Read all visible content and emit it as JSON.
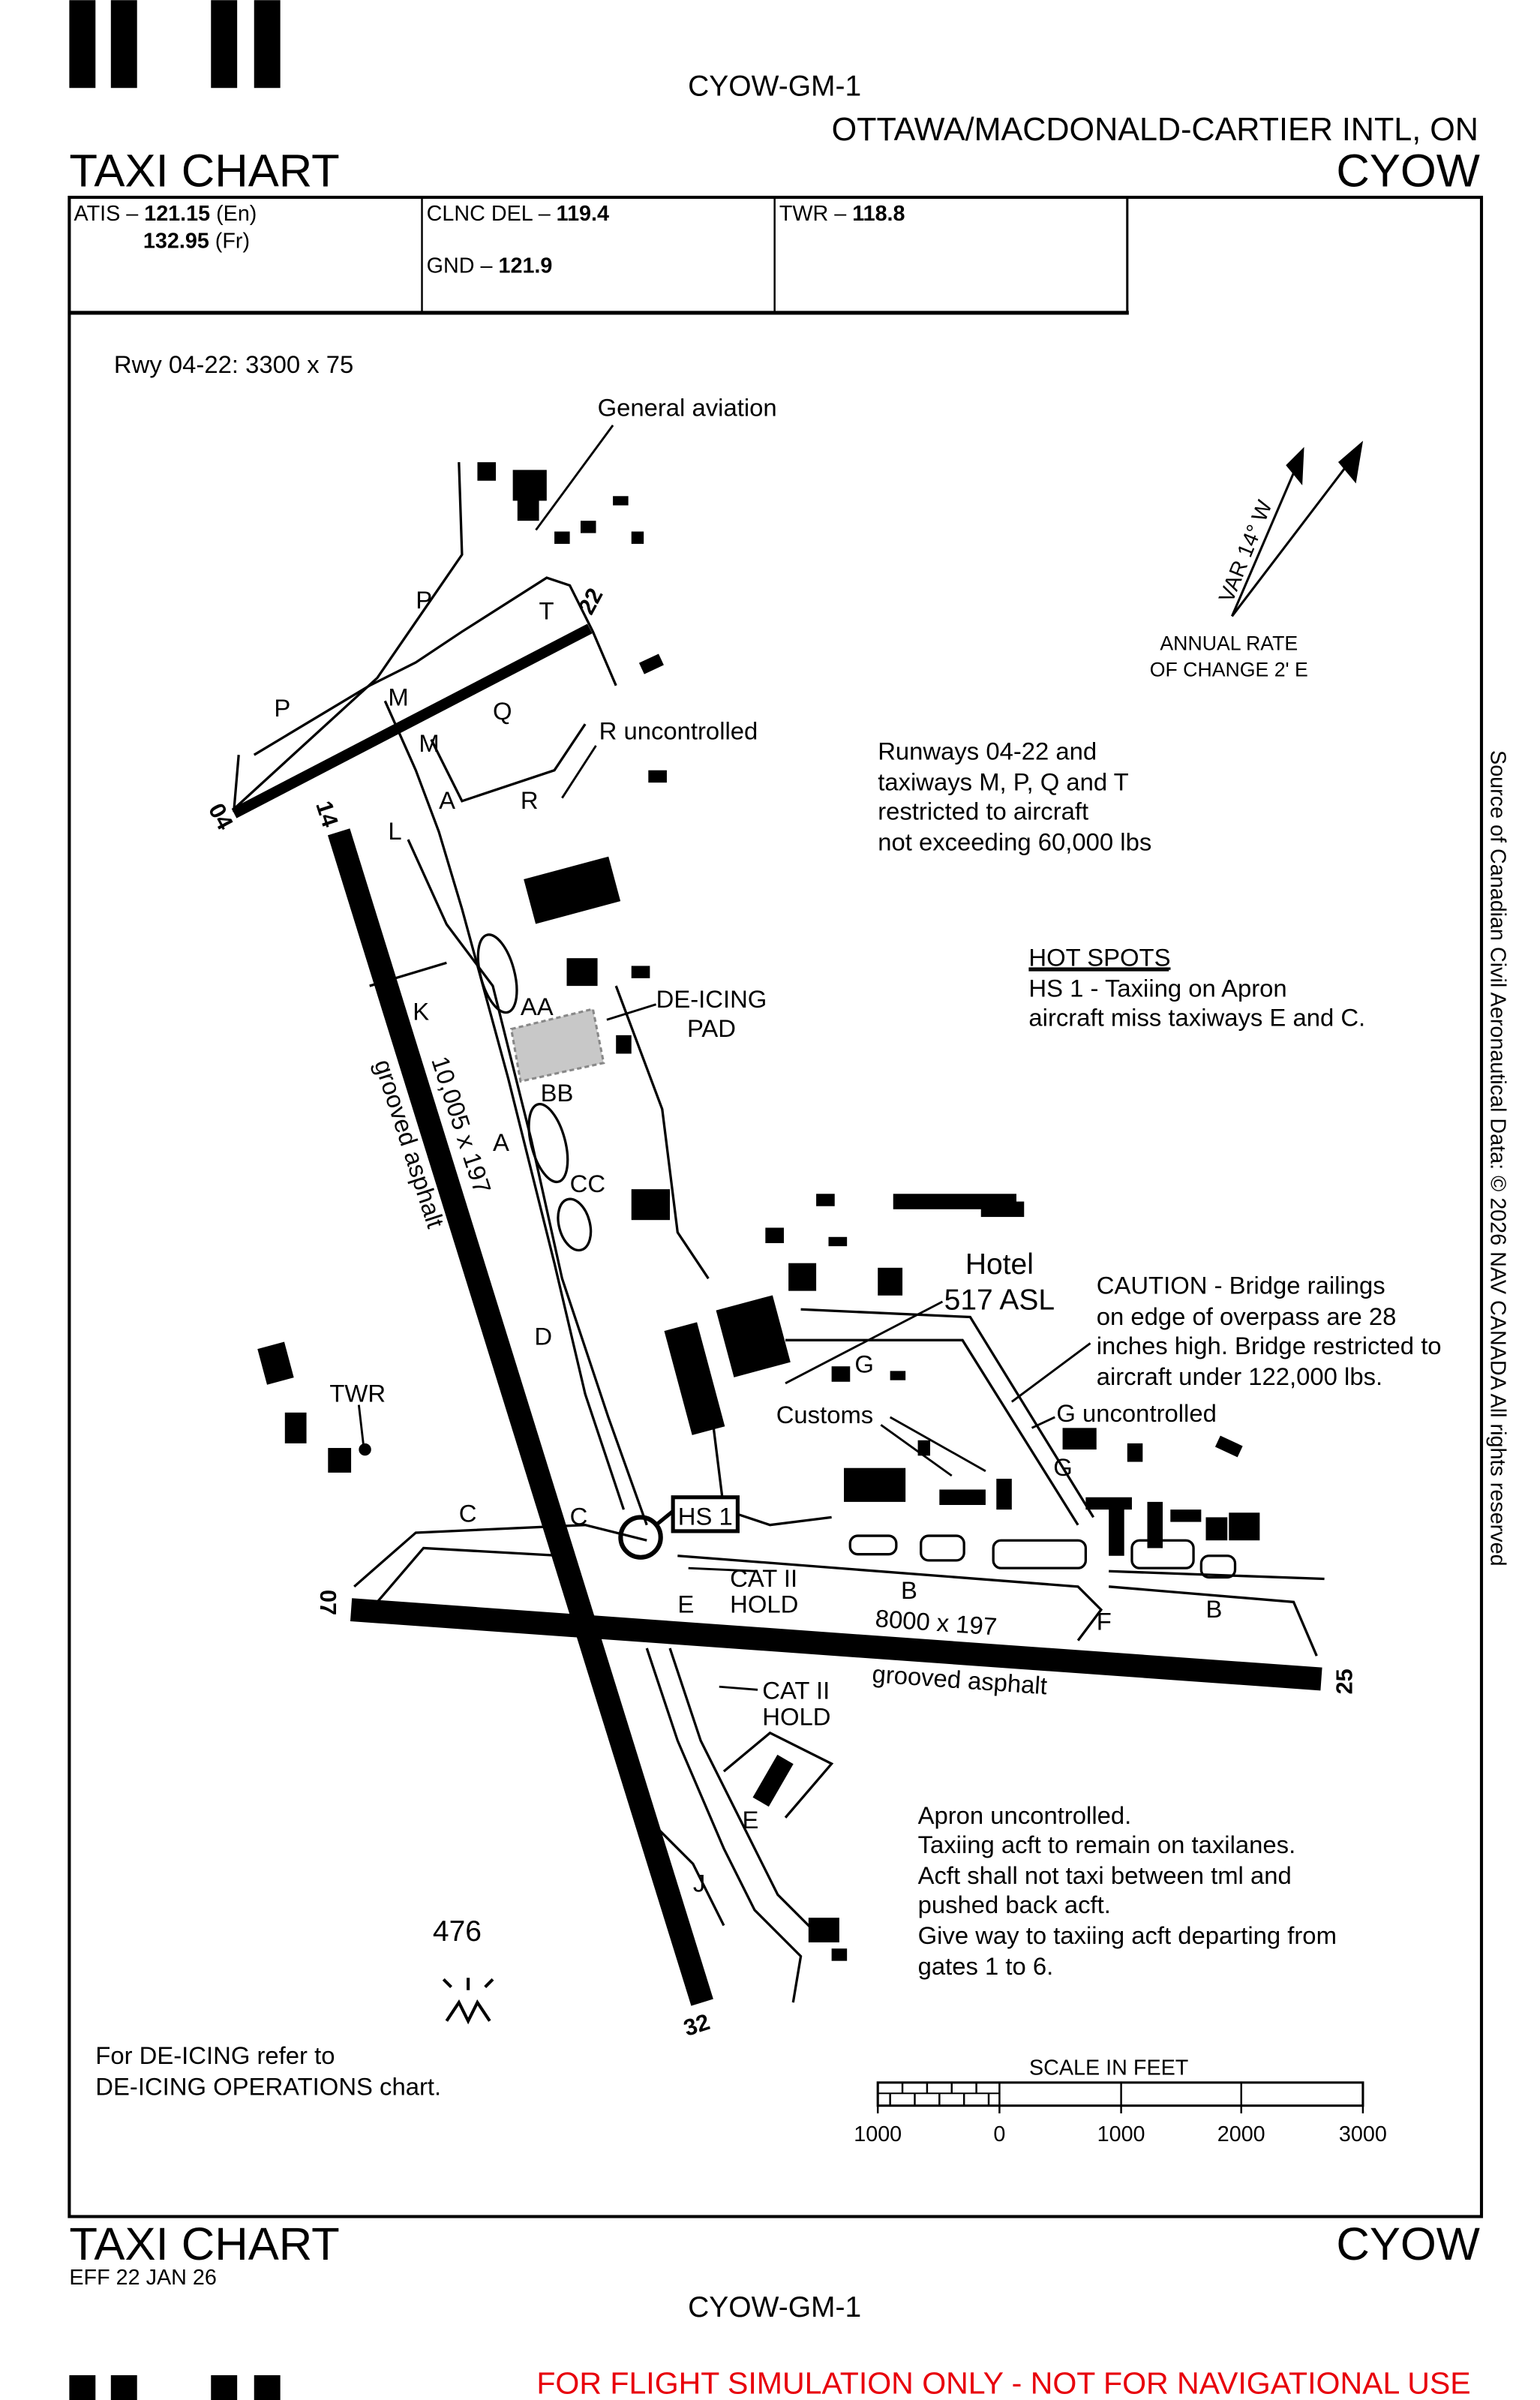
{
  "header": {
    "chart_id": "CYOW-GM-1",
    "airport_name": "OTTAWA/MACDONALD-CARTIER INTL, ON",
    "chart_type": "TAXI CHART",
    "icao": "CYOW"
  },
  "frequencies": {
    "atis_label": "ATIS –",
    "atis_en": "121.15",
    "atis_en_lang": "(En)",
    "atis_fr": "132.95",
    "atis_fr_lang": "(Fr)",
    "clnc_label": "CLNC DEL –",
    "clnc": "119.4",
    "gnd_label": "GND –",
    "gnd": "121.9",
    "twr_label": "TWR –",
    "twr": "118.8"
  },
  "map": {
    "rwy_0422_dims": "Rwy 04-22: 3300 x 75",
    "general_aviation": "General aviation",
    "variation": "VAR 14° W",
    "annual_rate_1": "ANNUAL RATE",
    "annual_rate_2": "OF CHANGE 2' E",
    "restriction": [
      "Runways 04-22 and",
      "taxiways M, P, Q and T",
      "restricted to aircraft",
      "not exceeding 60,000 lbs"
    ],
    "hot_spots_title": "HOT SPOTS",
    "hot_spots": [
      "HS 1 - Taxiing on Apron",
      "aircraft miss taxiways E and C."
    ],
    "r_uncontrolled": "R uncontrolled",
    "deicing_pad": [
      "DE-ICING",
      "PAD"
    ],
    "hotel": "Hotel",
    "elevation": "517 ASL",
    "caution": [
      "CAUTION - Bridge railings",
      "on edge of overpass are 28",
      "inches high. Bridge restricted to",
      "aircraft under 122,000 lbs."
    ],
    "g_uncontrolled": "G uncontrolled",
    "customs": "Customs",
    "twr": "TWR",
    "hs1": "HS 1",
    "cat2_hold": [
      "CAT II",
      "HOLD"
    ],
    "rwy_1432_dims": "10,005 x 197",
    "rwy_0725_dims": "8000 x 197",
    "surface": "grooved asphalt",
    "apron_notes": [
      "Apron uncontrolled.",
      "Taxiing acft to remain on taxilanes.",
      "Acft shall not taxi between tml and",
      "pushed back acft.",
      "Give way to taxiing acft departing from",
      "gates 1 to 6."
    ],
    "obstacle_height": "476",
    "deicing_ref": [
      "For DE-ICING refer to",
      "DE-ICING OPERATIONS chart."
    ],
    "runway_ends": {
      "r04": "04",
      "r22": "22",
      "r14": "14",
      "r32": "32",
      "r07": "07",
      "r25": "25"
    },
    "taxiways": {
      "P": "P",
      "T": "T",
      "M": "M",
      "Q": "Q",
      "A": "A",
      "R": "R",
      "L": "L",
      "K": "K",
      "AA": "AA",
      "BB": "BB",
      "CC": "CC",
      "D": "D",
      "C": "C",
      "E": "E",
      "B": "B",
      "F": "F",
      "G": "G",
      "J": "J"
    },
    "scale": {
      "title": "SCALE IN FEET",
      "ticks": [
        "1000",
        "0",
        "1000",
        "2000",
        "3000"
      ]
    }
  },
  "source": "Source of Canadian Civil Aeronautical Data: © 2026 NAV CANADA All rights reserved",
  "footer": {
    "chart_type": "TAXI CHART",
    "icao": "CYOW",
    "effective": "EFF 22 JAN 26",
    "chart_id": "CYOW-GM-1",
    "disclaimer": "FOR FLIGHT SIMULATION ONLY - NOT FOR NAVIGATIONAL USE"
  },
  "colors": {
    "disclaimer": "#e8000b",
    "deicing_pad": "#c8c8c8"
  }
}
